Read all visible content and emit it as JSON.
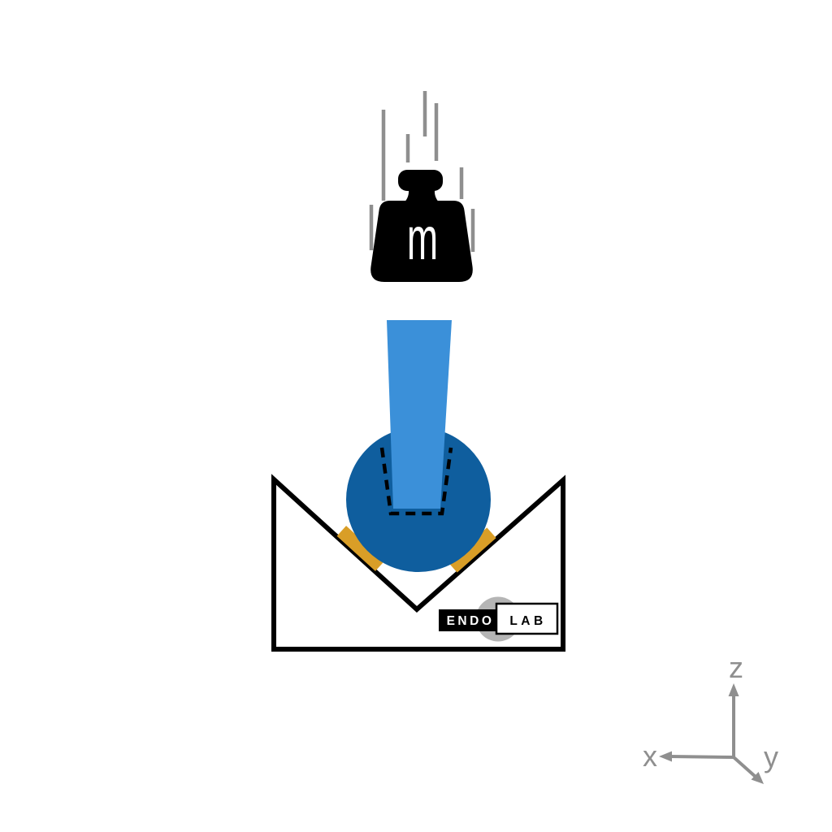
{
  "diagram": {
    "weight_label": "m",
    "logo": {
      "endo": "ENDO",
      "lab": "LAB"
    },
    "axes": {
      "x_label": "x",
      "y_label": "y",
      "z_label": "z"
    },
    "colors": {
      "stem_blue": "#3B90D9",
      "head_blue": "#0F5E9E",
      "contact_orange": "#D99E27",
      "motion_gray": "#8F8F8F",
      "axes_gray": "#8F8F8F",
      "logo_circle_gray": "#B5B5B5",
      "outline_black": "#000000",
      "block_white": "#FFFFFF"
    }
  }
}
